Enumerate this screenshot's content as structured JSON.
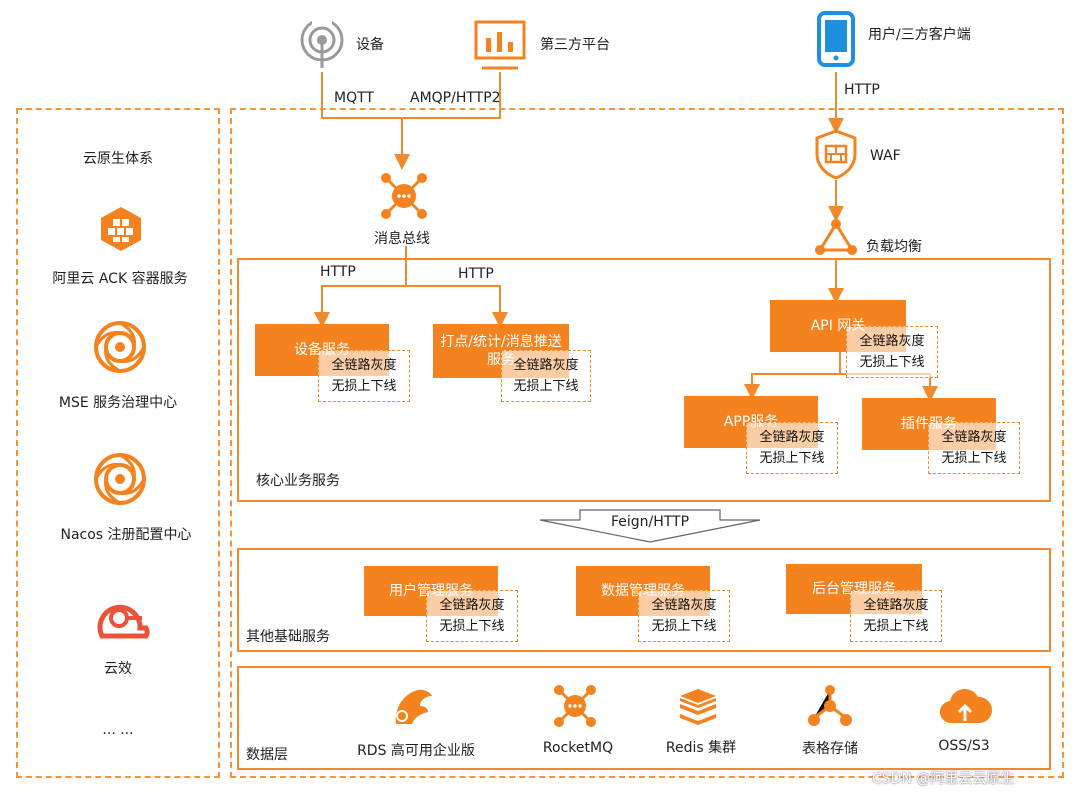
{
  "top": {
    "device_label": "设备",
    "third_party_label": "第三方平台",
    "client_label": "用户/三方客户端",
    "mqtt_label": "MQTT",
    "amqp_label": "AMQP/HTTP2",
    "client_http_label": "HTTP",
    "waf_label": "WAF",
    "lb_label": "负载均衡",
    "bus_label": "消息总线",
    "bus_http_left": "HTTP",
    "bus_http_right": "HTTP"
  },
  "sidebar": {
    "title": "云原生体系",
    "items": [
      {
        "label": "阿里云 ACK 容器服务",
        "icon": "ack-icon"
      },
      {
        "label": "MSE 服务治理中心",
        "icon": "mse-icon"
      },
      {
        "label": "Nacos 注册配置中心",
        "icon": "nacos-icon"
      },
      {
        "label": "云效",
        "icon": "yunxiao-icon"
      }
    ],
    "more": "... ..."
  },
  "tag": {
    "line1": "全链路灰度",
    "line2": "无损上下线"
  },
  "core": {
    "title": "核心业务服务",
    "device_service": "设备服务",
    "push_service": "打点/统计/消息推送服务",
    "api_gateway": "API 网关",
    "app_service": "APP服务",
    "plugin_service": "插件服务"
  },
  "feign_label": "Feign/HTTP",
  "base": {
    "title": "其他基础服务",
    "user_mgmt": "用户管理服务",
    "data_mgmt": "数据管理服务",
    "backend_mgmt": "后台管理服务"
  },
  "data_layer": {
    "title": "数据层",
    "items": [
      {
        "label": "RDS 高可用企业版",
        "icon": "rds-icon"
      },
      {
        "label": "RocketMQ",
        "icon": "rocketmq-icon"
      },
      {
        "label": "Redis 集群",
        "icon": "redis-icon"
      },
      {
        "label": "表格存储",
        "icon": "table-store-icon"
      },
      {
        "label": "OSS/S3",
        "icon": "oss-icon"
      }
    ]
  },
  "watermark": "CSDN @阿里云云原生",
  "colors": {
    "accent": "#f3821f",
    "client_blue": "#1f8fe0",
    "device_gray": "#9a9a9a"
  }
}
